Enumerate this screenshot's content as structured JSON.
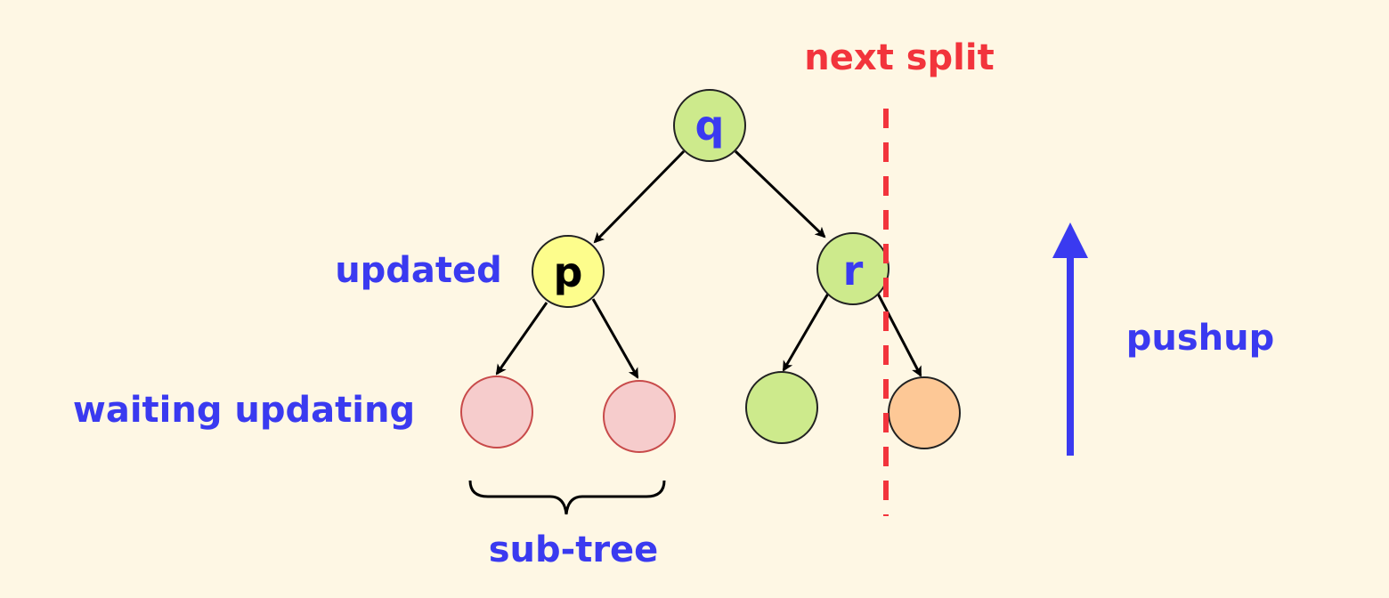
{
  "labels": {
    "next_split": "next split",
    "updated": "updated",
    "waiting_updating": "waiting updating",
    "sub_tree": "sub-tree",
    "pushup": "pushup"
  },
  "nodes": {
    "q": "q",
    "p": "p",
    "r": "r"
  },
  "colors": {
    "background": "#fef7e4",
    "green_node": "#cdea8c",
    "yellow_node": "#fdfd8c",
    "pink_node": "#f6cccc",
    "orange_node": "#fdc896",
    "label_blue": "#3a3af0",
    "split_red": "#f2343c"
  }
}
